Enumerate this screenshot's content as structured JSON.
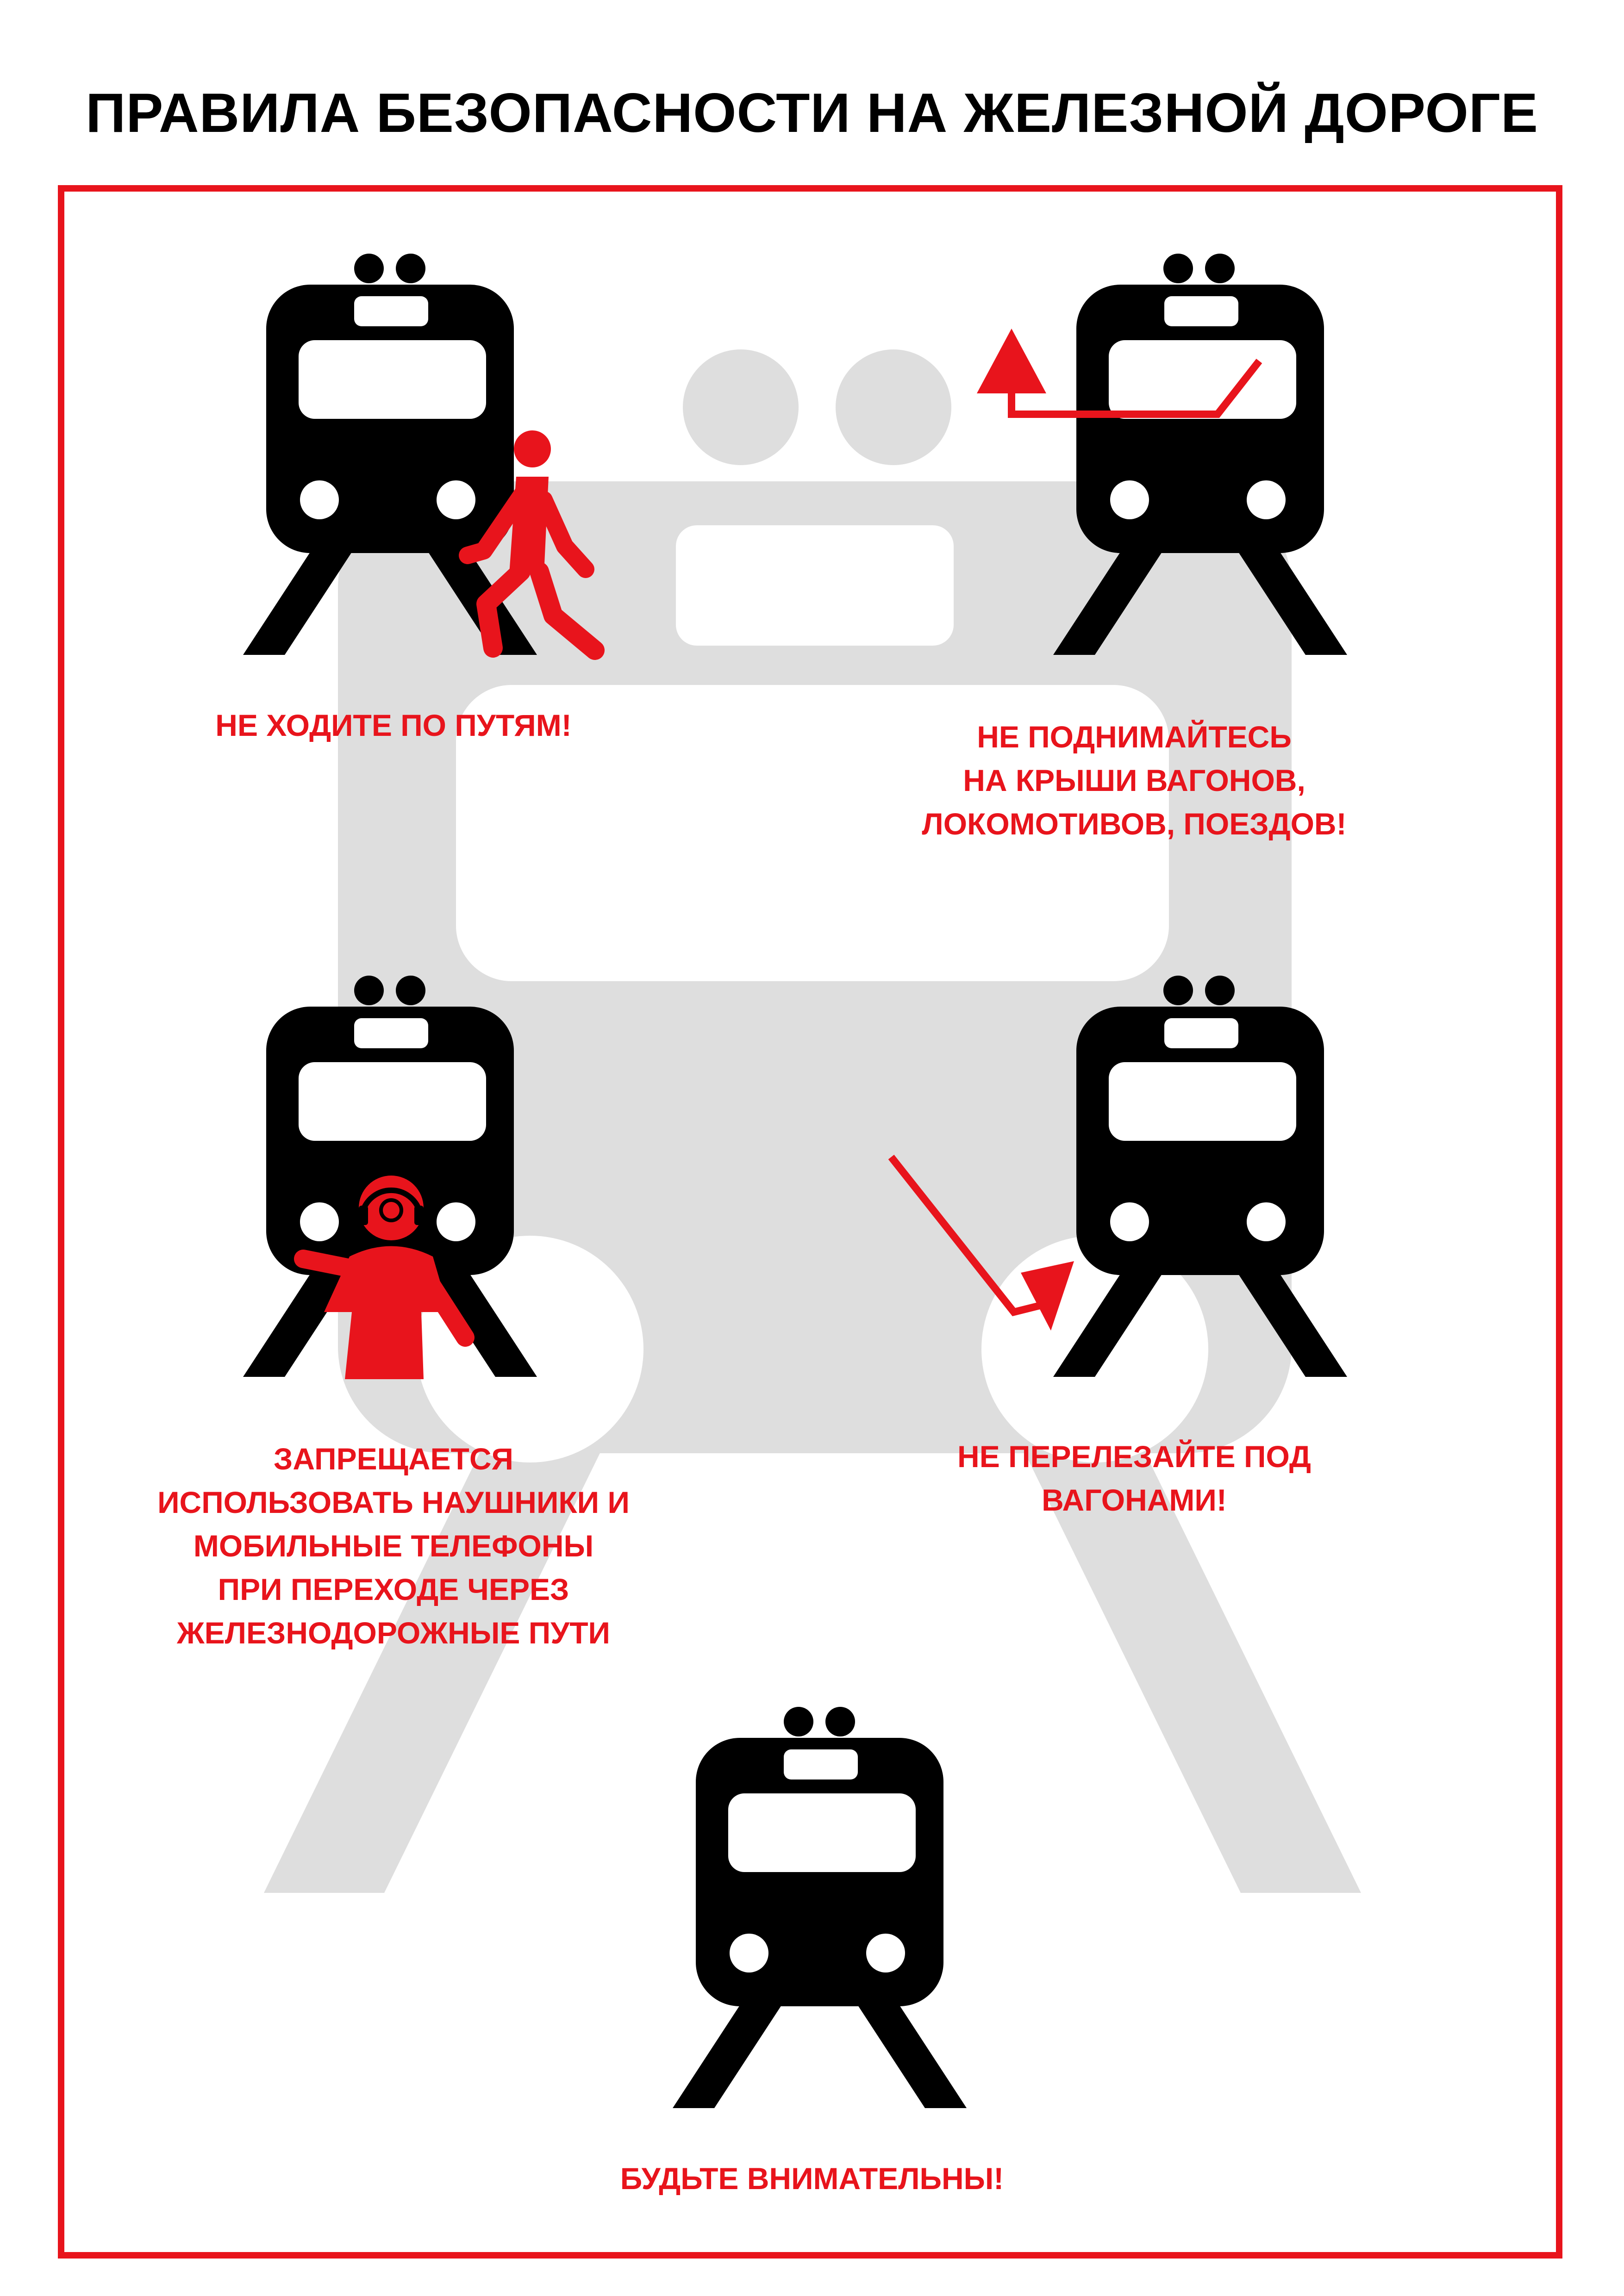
{
  "title": "ПРАВИЛА БЕЗОПАСНОСТИ НА ЖЕЛЕЗНОЙ ДОРОГЕ",
  "colors": {
    "accent": "#e8141c",
    "icon": "#000000",
    "watermark": "#dedede"
  },
  "rules": [
    {
      "id": "no-walking",
      "icon": "train-with-walking-person-icon",
      "lines": [
        "НЕ ХОДИТЕ ПО ПУТЯМ!"
      ]
    },
    {
      "id": "no-roof",
      "icon": "train-with-roof-arrow-icon",
      "lines": [
        "НЕ ПОДНИМАЙТЕСЬ",
        "НА КРЫШИ ВАГОНОВ,",
        "ЛОКОМОТИВОВ, ПОЕЗДОВ!"
      ]
    },
    {
      "id": "no-headphones",
      "icon": "train-with-headphones-person-icon",
      "lines": [
        "ЗАПРЕЩАЕТСЯ",
        "ИСПОЛЬЗОВАТЬ НАУШНИКИ И",
        "МОБИЛЬНЫЕ ТЕЛЕФОНЫ",
        "ПРИ ПЕРЕХОДЕ ЧЕРЕЗ",
        "ЖЕЛЕЗНОДОРОЖНЫЕ ПУТИ"
      ]
    },
    {
      "id": "no-crawling",
      "icon": "train-with-under-arrow-icon",
      "lines": [
        "НЕ ПЕРЕЛЕЗАЙТЕ ПОД",
        "ВАГОНАМИ!"
      ]
    },
    {
      "id": "be-careful",
      "icon": "train-icon",
      "lines": [
        "БУДЬТЕ ВНИМАТЕЛЬНЫ!"
      ]
    }
  ]
}
